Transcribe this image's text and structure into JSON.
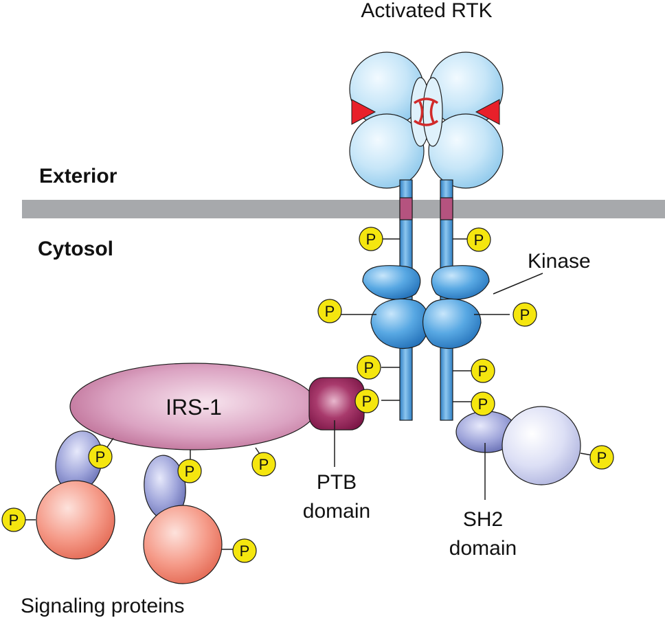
{
  "labels": {
    "activated_rtk": "Activated RTK",
    "exterior": "Exterior",
    "cytosol": "Cytosol",
    "kinase": "Kinase",
    "irs1": "IRS-1",
    "ptb_line1": "PTB",
    "ptb_line2": "domain",
    "sh2_line1": "SH2",
    "sh2_line2": "domain",
    "signaling_proteins": "Signaling proteins"
  },
  "phosphate_label": "P",
  "colors": {
    "membrane": "#a7a9ac",
    "rtk_sphere": "#bfe3f7",
    "rtk_stalk": "#4a9ad8",
    "transmembrane": "#b5537f",
    "ligand": "#e8202a",
    "kinase": "#3d93d6",
    "irs1": "#d592b4",
    "ptb_domain": "#9b2a5e",
    "sh2_domain": "#7f86c4",
    "signaling_protein": "#f3907f",
    "adaptor_sphere": "#d3d6f2",
    "phosphate": "#f5e60f"
  }
}
